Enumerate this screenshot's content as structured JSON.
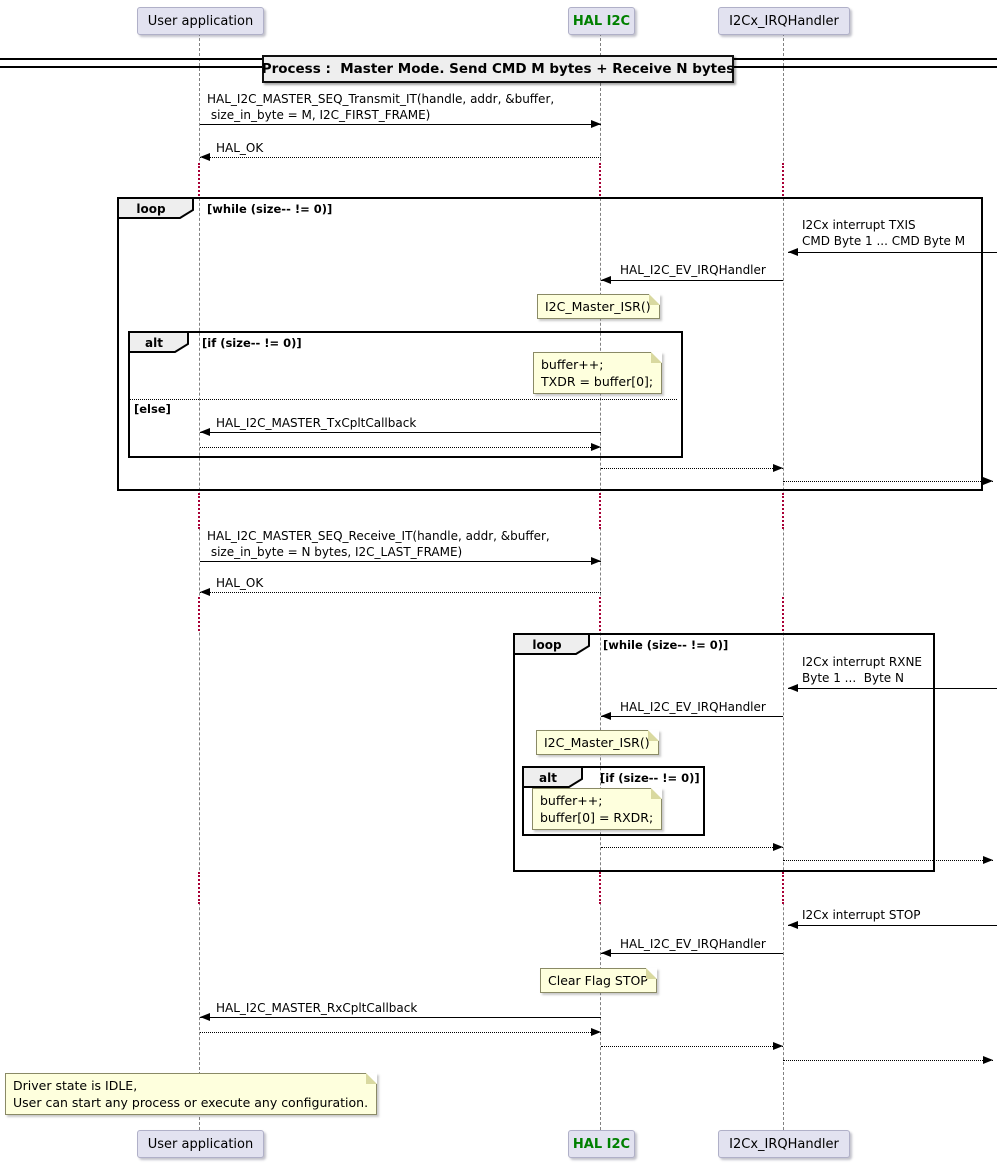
{
  "diagram": {
    "title": "Process :  Master Mode. Send CMD M bytes + Receive N bytes",
    "participants": [
      {
        "name": "User application",
        "color": "#000000"
      },
      {
        "name": "HAL I2C",
        "color": "#008000"
      },
      {
        "name": "I2Cx_IRQHandler",
        "color": "#000000"
      }
    ],
    "frames": {
      "loop1": {
        "label": "loop",
        "condition": "[while (size-- != 0)]"
      },
      "alt1": {
        "label": "alt",
        "condition": "[if (size-- != 0)]",
        "else_label": "[else]"
      },
      "loop2": {
        "label": "loop",
        "condition": "[while (size-- != 0)]"
      },
      "alt2": {
        "label": "alt",
        "condition": "[if (size-- != 0)]"
      }
    },
    "messages": {
      "transmit": {
        "line1": "HAL_I2C_MASTER_SEQ_Transmit_IT(handle, addr, &buffer,",
        "line2": " size_in_byte = M, I2C_FIRST_FRAME)"
      },
      "hal_ok_1": "HAL_OK",
      "txis": {
        "line1": "I2Cx interrupt TXIS",
        "line2": "CMD Byte 1 ... CMD Byte M"
      },
      "ev_irq_1": "HAL_I2C_EV_IRQHandler",
      "tx_cplt": "HAL_I2C_MASTER_TxCpltCallback",
      "receive": {
        "line1": "HAL_I2C_MASTER_SEQ_Receive_IT(handle, addr, &buffer,",
        "line2": " size_in_byte = N bytes, I2C_LAST_FRAME)"
      },
      "hal_ok_2": "HAL_OK",
      "rxne": {
        "line1": "I2Cx interrupt RXNE",
        "line2": "Byte 1 ...  Byte N"
      },
      "ev_irq_2": "HAL_I2C_EV_IRQHandler",
      "stop": "I2Cx interrupt STOP",
      "ev_irq_3": "HAL_I2C_EV_IRQHandler",
      "rx_cplt": "HAL_I2C_MASTER_RxCpltCallback"
    },
    "notes": {
      "master_isr_1": "I2C_Master_ISR()",
      "tx_buffer": {
        "line1": "buffer++;",
        "line2": "TXDR = buffer[0];"
      },
      "master_isr_2": "I2C_Master_ISR()",
      "rx_buffer": {
        "line1": "buffer++;",
        "line2": "buffer[0] = RXDR;"
      },
      "clear_stop": "Clear Flag STOP",
      "idle": {
        "line1": "Driver state is IDLE,",
        "line2": "User can start any process or execute any configuration."
      }
    },
    "colors": {
      "participant_fill": "#E2E2F0",
      "note_fill": "#FEFFDD",
      "frame_header_fill": "#EEEEEE",
      "hal_green": "#008000",
      "lifeline_gray": "#818181",
      "delay_red": "#A80036"
    }
  }
}
